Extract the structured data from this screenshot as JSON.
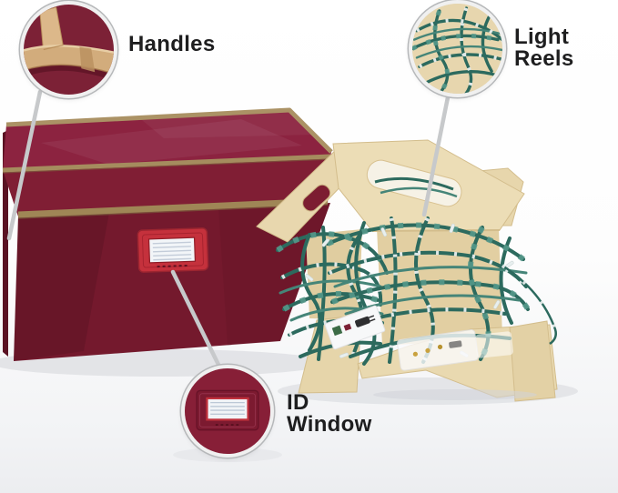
{
  "callouts": [
    {
      "id": "handles",
      "label": "Handles",
      "icon": "handles-zoom-icon"
    },
    {
      "id": "light-reels",
      "label": "Light Reels",
      "icon": "light-reels-zoom-icon"
    },
    {
      "id": "id-window",
      "label": "ID Window",
      "icon": "id-window-zoom-icon"
    }
  ],
  "palette": {
    "background": "#ffffff",
    "box_maroon_front": "#74192d",
    "box_maroon_lid": "#8c2340",
    "box_maroon_skirt": "#801e34",
    "trim_tan": "#a18857",
    "strap_tan": "#d2ac7c",
    "cardboard": "#eadcb4",
    "lights_wire_teal": "#2c6a5e",
    "lights_bulb_teal": "#4f958a",
    "bulb_tip_white": "#edf2f2",
    "id_frame_red": "#c5313c",
    "id_label_white": "#f2f5f8",
    "pointer_line_gray": "#c7c9cb",
    "text": "#1e1e1f"
  }
}
